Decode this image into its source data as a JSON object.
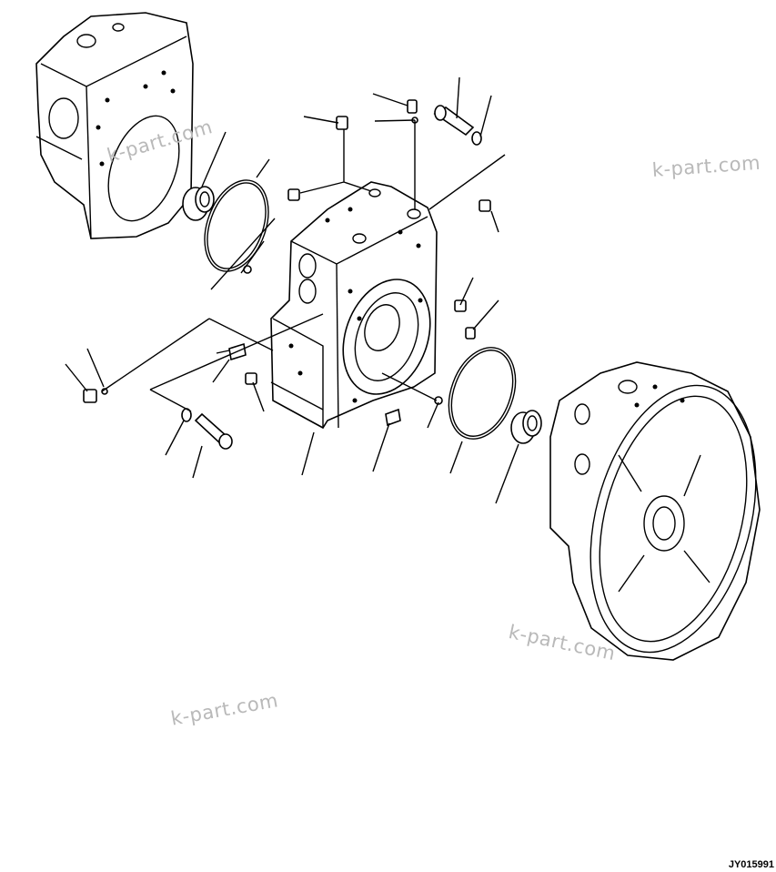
{
  "watermarks": [
    "k-part.com",
    "k-part.com",
    "k-part.com",
    "k-part.com"
  ],
  "drawing_code": "JY015991",
  "parts": [
    {
      "name": "pump-housing-left",
      "kind": "housing"
    },
    {
      "name": "bearing-left",
      "kind": "bearing"
    },
    {
      "name": "o-ring-left",
      "kind": "o-ring"
    },
    {
      "name": "valve-block-center",
      "kind": "block"
    },
    {
      "name": "o-ring-right",
      "kind": "o-ring"
    },
    {
      "name": "bearing-right",
      "kind": "bearing"
    },
    {
      "name": "flywheel-housing-right",
      "kind": "housing"
    },
    {
      "name": "bolt-top",
      "kind": "bolt"
    },
    {
      "name": "bolt-bottom",
      "kind": "bolt"
    },
    {
      "name": "plugs",
      "kind": "plug"
    },
    {
      "name": "dowel-pins",
      "kind": "pin"
    }
  ],
  "colors": {
    "line": "#000000",
    "background": "#ffffff",
    "watermark": "#b9b9b9"
  }
}
